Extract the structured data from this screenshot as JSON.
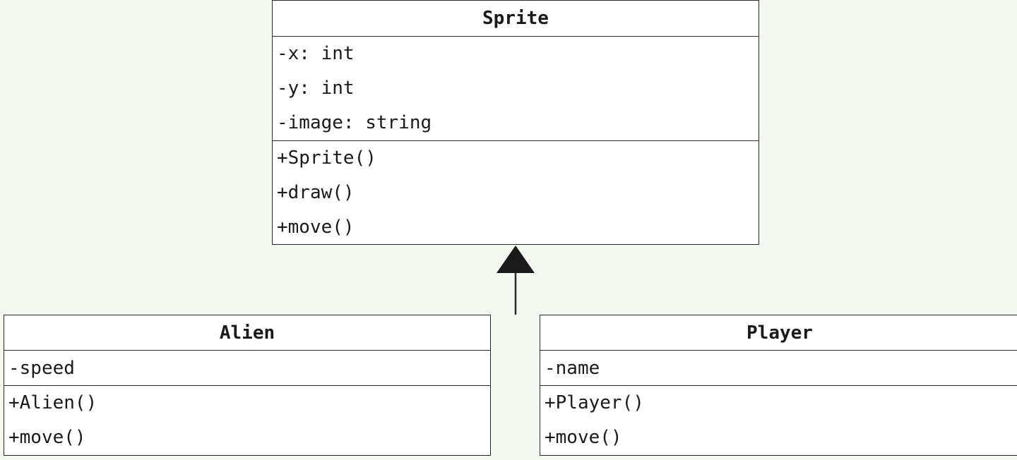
{
  "diagram": {
    "classes": {
      "sprite": {
        "name": "Sprite",
        "attributes": [
          "-x: int",
          "-y: int",
          "-image: string"
        ],
        "methods": [
          "+Sprite()",
          "+draw()",
          "+move()"
        ]
      },
      "alien": {
        "name": "Alien",
        "attributes": [
          "-speed"
        ],
        "methods": [
          "+Alien()",
          "+move()"
        ]
      },
      "player": {
        "name": "Player",
        "attributes": [
          "-name"
        ],
        "methods": [
          "+Player()",
          "+move()"
        ]
      }
    },
    "relationships": [
      {
        "type": "inheritance",
        "from": [
          "Alien",
          "Player"
        ],
        "to": "Sprite"
      }
    ],
    "colors": {
      "background": "#f3f8f1",
      "box_fill": "#ffffff",
      "line": "#2a2a2a",
      "text": "#1a1a1a"
    }
  }
}
